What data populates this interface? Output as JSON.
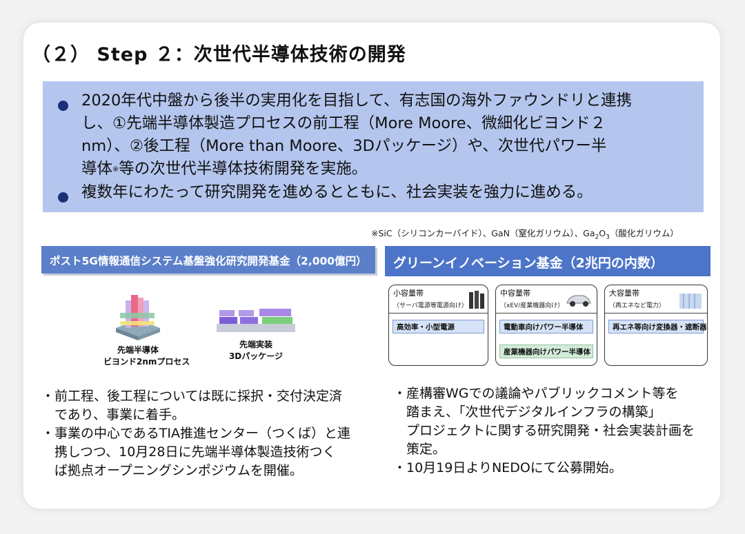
{
  "title": "（２） Step ２：次世代半導体技術の開発",
  "summary": {
    "bullet1_lines": [
      "2020年代中盤から後半の実用化を目指して、有志国の海外ファウンドリと連携",
      "し、①先端半導体製造プロセスの前工程（More Moore、微細化ビヨンド２",
      "nm）、②後工程（More than Moore、3Dパッケージ）や、次世代パワー半"
    ],
    "bullet1_last_a": "導体",
    "bullet1_mark": "※",
    "bullet1_last_b": "等の次世代半導体技術開発を実施。",
    "bullet2": "複数年にわたって研究開発を進めるとともに、社会実装を強力に進める。"
  },
  "footnote": {
    "a": "※SiC（シリコンカーバイド）、GaN（窒化ガリウム）、Ga",
    "sub2": "2",
    "mid": "O",
    "sub3": "3",
    "b": "（酸化ガリウム）"
  },
  "left": {
    "header": "ポスト5G情報通信システム基盤強化研究開発基金（2,000億円）",
    "figure1_caption": [
      "先端半導体",
      "ビヨンド2nmプロセス"
    ],
    "figure2_caption": [
      "先端実装",
      "3Dパッケージ"
    ],
    "bullets": [
      "・前工程、後工程については既に採択・交付決定済",
      "　であり、事業に着手。",
      "・事業の中心であるTIA推進センター（つくば）と連",
      "　携しつつ、10月28日に先端半導体製造技術つく",
      "　ば拠点オープニングシンポジウムを開催。"
    ]
  },
  "right": {
    "header": "グリーンイノベーション基金（2兆円の内数）",
    "categories": [
      {
        "title": "小容量帯",
        "sub": "（サーバ電源等電源向け）",
        "bars": [
          "高効率・小型電源"
        ]
      },
      {
        "title": "中容量帯",
        "sub": "（xEV/産業機器向け）",
        "bars": [
          "電動車向けパワー半導体",
          "産業機器向けパワー半導体"
        ]
      },
      {
        "title": "大容量帯",
        "sub": "（再エネなど電力）",
        "bars": [
          "再エネ等向け変換器・遮断器"
        ]
      }
    ],
    "bullets": [
      "・産構審WGでの議論やパブリックコメント等を",
      "　踏まえ、「次世代デジタルインフラの構築」",
      "　プロジェクトに関する研究開発・社会実装計画を",
      "　策定。",
      "・10月19日よりNEDOにて公募開始。"
    ]
  },
  "colors": {
    "summary_bg": "#b4c6ee",
    "bullet_dot": "#1b2f78",
    "left_header_bg": "#5b7fc9",
    "right_header_bg": "#4c74c8"
  }
}
